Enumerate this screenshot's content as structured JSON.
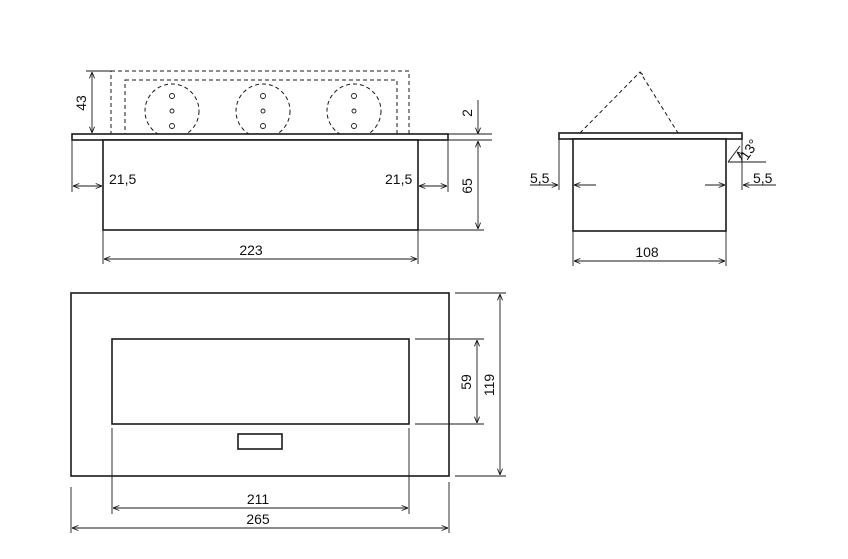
{
  "dimensions": {
    "front_height_lid": "43",
    "front_thickness": "2",
    "front_margin_left": "21,5",
    "front_margin_right": "21,5",
    "front_body_height": "65",
    "front_body_width": "223",
    "side_margin_left": "5,5",
    "side_margin_right": "5,5",
    "side_angle": "13°",
    "side_width": "108",
    "top_opening_height": "59",
    "top_total_height": "119",
    "top_opening_width": "211",
    "top_total_width": "265"
  }
}
